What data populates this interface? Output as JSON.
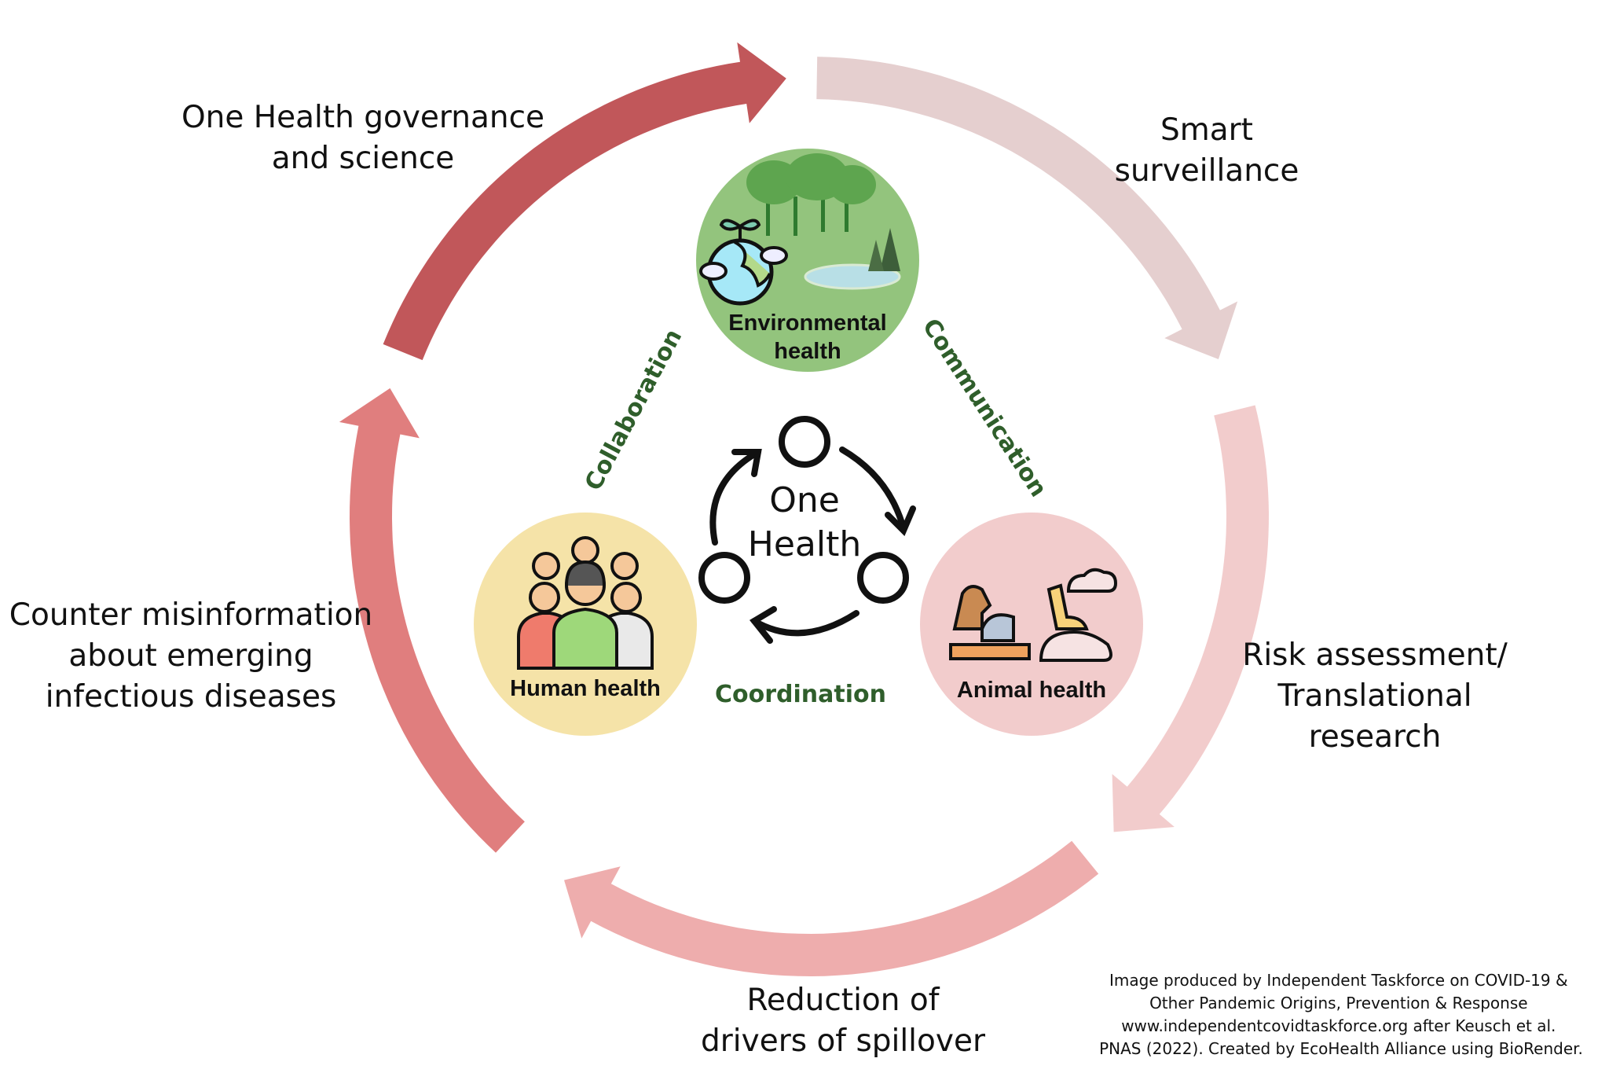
{
  "cycle": [
    {
      "label_lines": [
        "One Health governance",
        "and science"
      ],
      "color": "#c1575a"
    },
    {
      "label_lines": [
        "Smart",
        "surveillance"
      ],
      "color": "#e5cfcf"
    },
    {
      "label_lines": [
        "Risk assessment/",
        "Translational",
        "research"
      ],
      "color": "#f2cccc"
    },
    {
      "label_lines": [
        "Reduction of",
        "drivers of spillover"
      ],
      "color": "#eeadad"
    },
    {
      "label_lines": [
        "Counter misinformation",
        "about emerging",
        "infectious diseases"
      ],
      "color": "#e07e7e"
    }
  ],
  "domains": {
    "environmental": {
      "label_lines": [
        "Environmental",
        "health"
      ],
      "color": "#93c47d"
    },
    "human": {
      "label": "Human health",
      "color": "#f5e3a8"
    },
    "animal": {
      "label": "Animal health",
      "color": "#f2cccc"
    }
  },
  "links": {
    "collaboration": "Collaboration",
    "communication": "Communication",
    "coordination": "Coordination",
    "color": "#2f5e2b"
  },
  "center": {
    "lines": [
      "One",
      "Health"
    ]
  },
  "credit": {
    "lines": [
      "Image produced by Independent Taskforce on COVID-19 &",
      "Other Pandemic Origins, Prevention & Response",
      "www.independentcovidtaskforce.org after Keusch et al.",
      "PNAS (2022). Created by EcoHealth Alliance using BioRender."
    ]
  }
}
